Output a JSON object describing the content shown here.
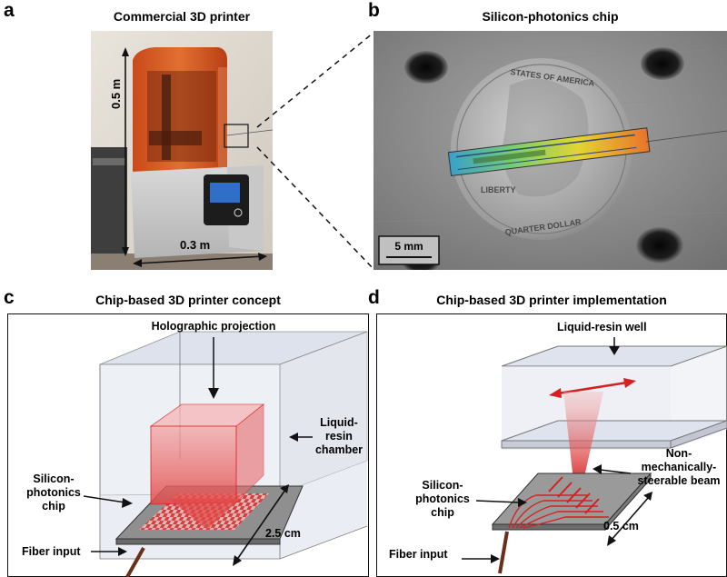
{
  "panels": {
    "a": {
      "letter": "a",
      "title": "Commercial 3D printer",
      "height_label": "0.5 m",
      "width_label": "0.3 m"
    },
    "b": {
      "letter": "b",
      "title": "Silicon-photonics chip",
      "scale_bar": "5 mm"
    },
    "c": {
      "letter": "c",
      "title": "Chip-based 3D printer concept",
      "holographic": "Holographic projection",
      "chamber_line1": "Liquid-",
      "chamber_line2": "resin",
      "chamber_line3": "chamber",
      "chip_line1": "Silicon-",
      "chip_line2": "photonics",
      "chip_line3": "chip",
      "fiber": "Fiber input",
      "dimension": "2.5 cm"
    },
    "d": {
      "letter": "d",
      "title": "Chip-based 3D printer implementation",
      "well": "Liquid-resin well",
      "beam_line1": "Non-",
      "beam_line2": "mechanically-",
      "beam_line3": "steerable beam",
      "chip_line1": "Silicon-",
      "chip_line2": "photonics",
      "chip_line3": "chip",
      "fiber": "Fiber input",
      "dimension": "0.5 cm"
    }
  },
  "colors": {
    "resin_orange": "#d2521c",
    "chip_gray": "#9a9a9a",
    "beam_red": "#d62020",
    "chamber_fill": "#dfe3ee"
  }
}
